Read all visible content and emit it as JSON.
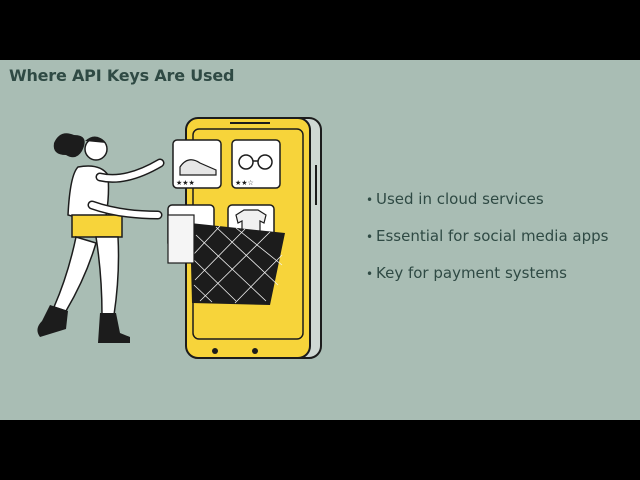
{
  "slide": {
    "title": "Where API Keys Are Used",
    "bullets": [
      "Used in cloud services",
      "Essential for social media apps",
      "Key for payment systems"
    ]
  },
  "colors": {
    "background": "#a9bdb4",
    "title_text": "#2f4a44",
    "phone_yellow": "#f7d43a",
    "outline": "#1c1c1c",
    "letterbox": "#000000"
  },
  "illustration": {
    "icons": [
      "woman-figure-icon",
      "smartphone-icon",
      "shoe-product-icon",
      "glasses-product-icon",
      "shirt-product-icon",
      "shopping-bag-icon"
    ],
    "ratings": [
      "★★★",
      "★★☆"
    ]
  }
}
